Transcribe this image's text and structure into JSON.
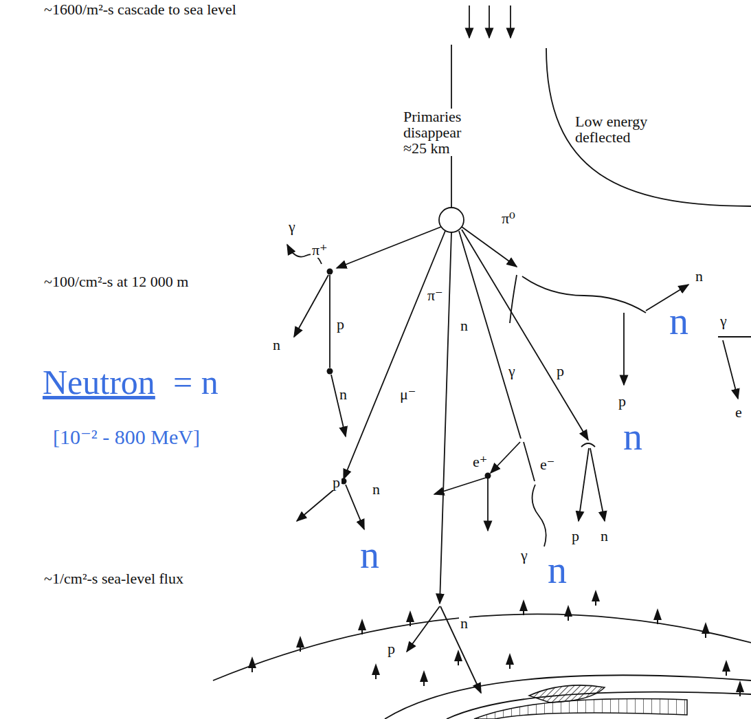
{
  "diagram": {
    "labels": [
      "~1600/m²-s cascade to sea level",
      "Primaries disappear ≈25 km",
      "Low energy deflected",
      "γ",
      "π⁺",
      "~100/cm²-s at 12 000 m",
      "n",
      "p",
      "n",
      "μ⁻",
      "π⁻",
      "n",
      "π⁰",
      "n",
      "n",
      "γ",
      "p",
      "e",
      "γ",
      "p",
      "n",
      "Neutron",
      "= n",
      "[10⁻² - 800 MeV]",
      "p",
      "n",
      "n",
      "e⁺",
      "e⁻",
      "p",
      "n",
      "γ",
      "n",
      "~1/cm²-s sea-level flux",
      "n",
      "p"
    ]
  }
}
